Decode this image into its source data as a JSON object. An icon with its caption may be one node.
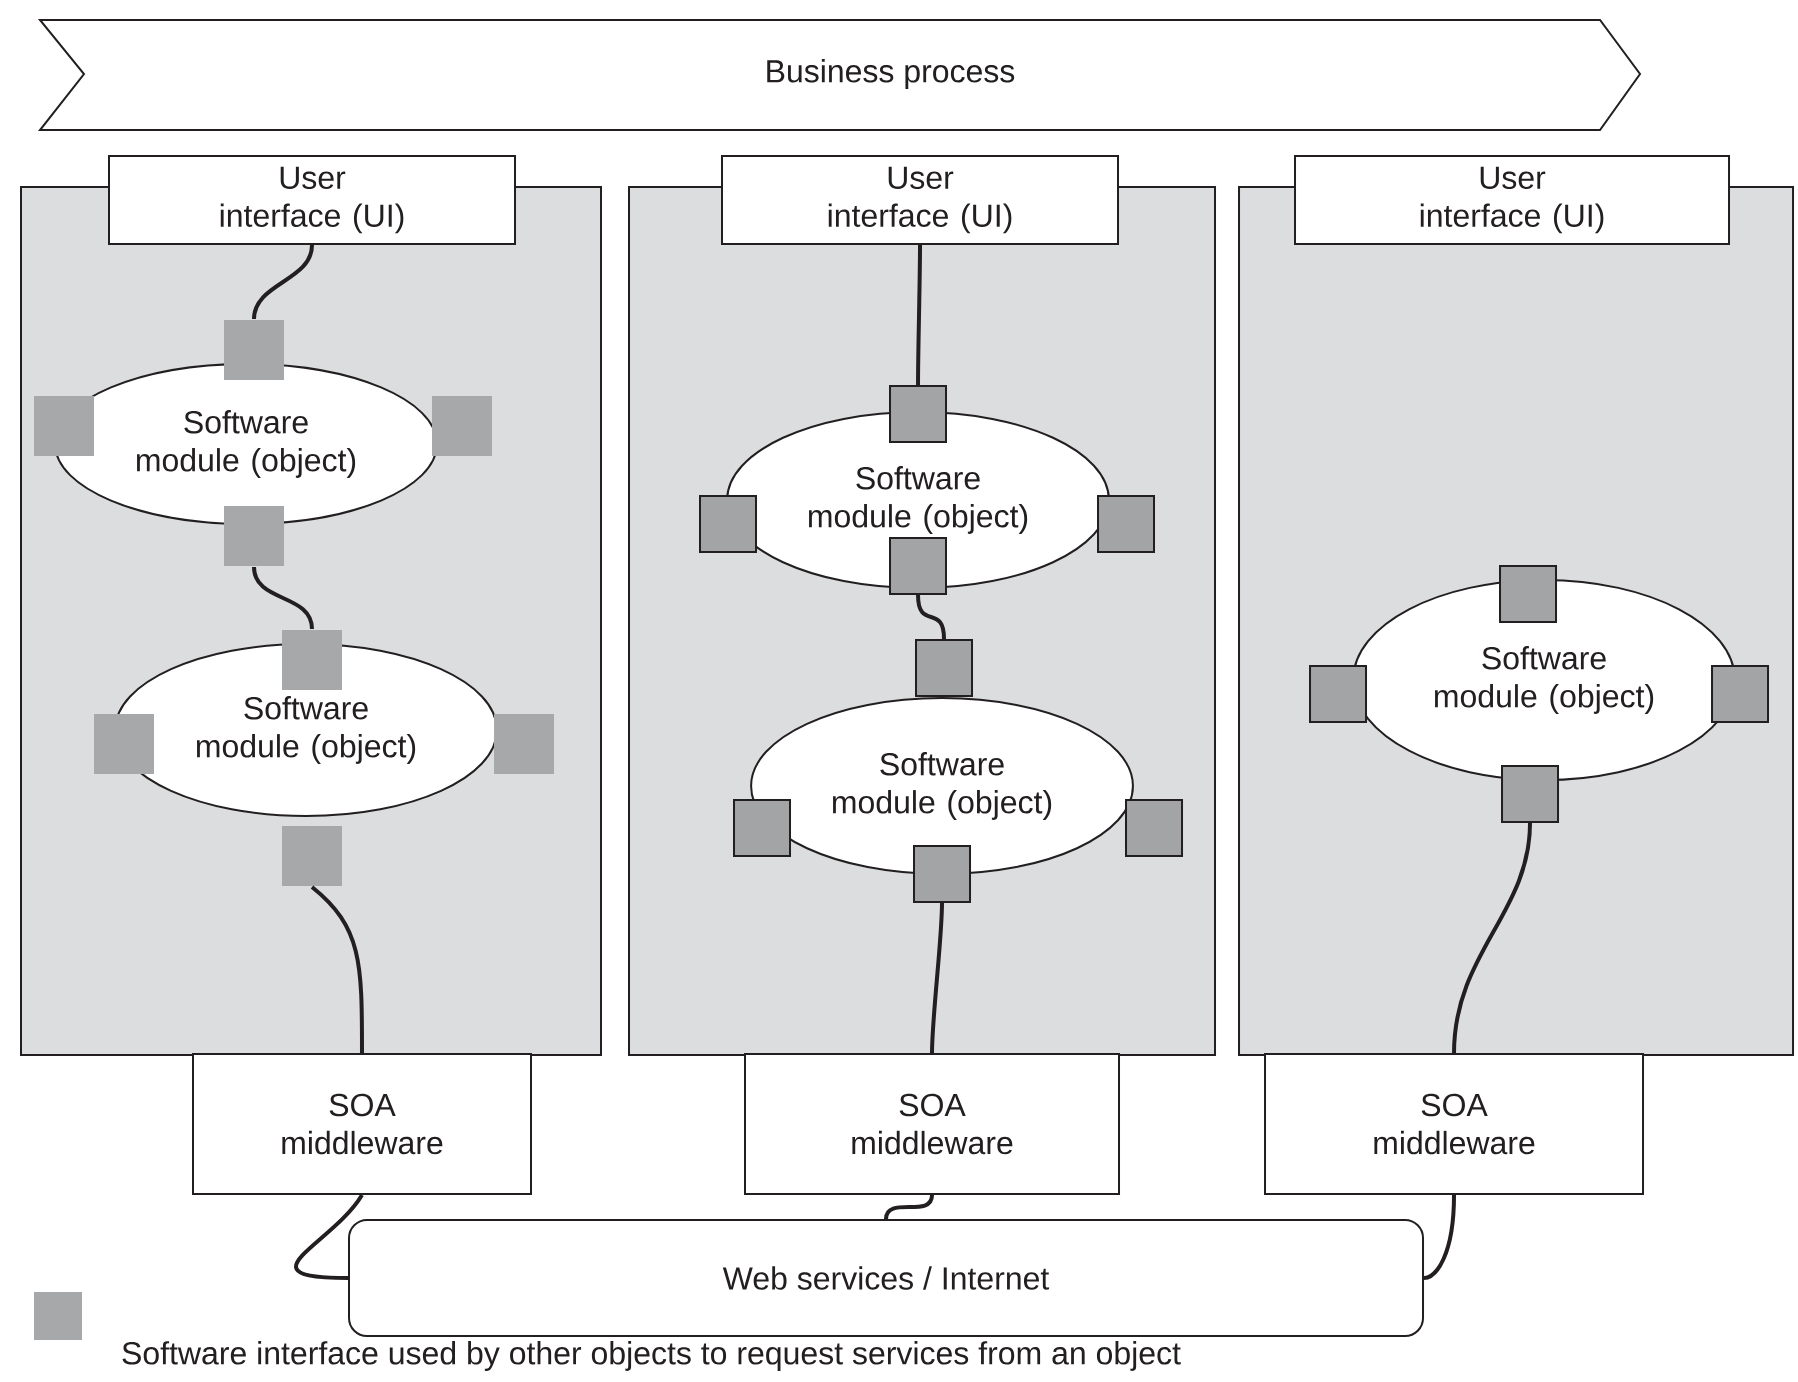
{
  "diagram": {
    "nodes": [
      {
        "text": [
          "Business process"
        ]
      },
      {
        "text": [],
        "shape": "box"
      },
      {
        "text": [
          "User interface (UI)"
        ]
      },
      {
        "text": [
          "Software module (object)"
        ],
        "in": 1
      },
      {
        "text": [],
        "shape": "box",
        "in": 1
      },
      {
        "text": [],
        "shape": "box",
        "in": 1
      },
      {
        "text": [],
        "shape": "box",
        "in": 1
      },
      {
        "text": [],
        "shape": "box",
        "in": 1
      },
      {
        "text": [
          "Software module (object)"
        ],
        "in": 1
      },
      {
        "text": [],
        "shape": "box",
        "in": 1
      },
      {
        "text": [],
        "shape": "box",
        "in": 1
      },
      {
        "text": [],
        "shape": "box",
        "in": 1
      },
      {
        "text": [],
        "shape": "box",
        "in": 1
      },
      {
        "text": [
          "SOA middleware"
        ]
      },
      {
        "text": [],
        "shape": "box"
      },
      {
        "text": [
          "User interface (UI)"
        ]
      },
      {
        "text": [
          "Software module (object)"
        ],
        "in": 14
      },
      {
        "text": [],
        "shape": "box",
        "in": 14
      },
      {
        "text": [],
        "shape": "box",
        "in": 14
      },
      {
        "text": [],
        "shape": "box",
        "in": 14
      },
      {
        "text": [],
        "shape": "box",
        "in": 14
      },
      {
        "text": [
          "Software module (object)"
        ],
        "in": 14
      },
      {
        "text": [],
        "shape": "box",
        "in": 14
      },
      {
        "text": [],
        "shape": "box",
        "in": 14
      },
      {
        "text": [],
        "shape": "box",
        "in": 14
      },
      {
        "text": [],
        "shape": "box",
        "in": 14
      },
      {
        "text": [
          "SOA middleware"
        ]
      },
      {
        "text": [],
        "shape": "box"
      },
      {
        "text": [
          "User interface (UI)"
        ]
      },
      {
        "text": [
          "Software module (object)"
        ],
        "in": 27
      },
      {
        "text": [],
        "shape": "box",
        "in": 27
      },
      {
        "text": [],
        "shape": "box",
        "in": 27
      },
      {
        "text": [],
        "shape": "box",
        "in": 27
      },
      {
        "text": [],
        "shape": "box",
        "in": 27
      },
      {
        "text": [
          "SOA middleware"
        ]
      },
      {
        "text": [
          "Web services / Internet"
        ]
      }
    ],
    "edges": [
      {
        "from": 2,
        "to": 4,
        "arrow": "none"
      },
      {
        "from": 7,
        "to": 9,
        "arrow": "none"
      },
      {
        "from": 12,
        "to": 13,
        "arrow": "none"
      },
      {
        "from": 15,
        "to": 17,
        "arrow": "none"
      },
      {
        "from": 20,
        "to": 22,
        "arrow": "none"
      },
      {
        "from": 25,
        "to": 26,
        "arrow": "none"
      },
      {
        "from": 33,
        "to": 34,
        "arrow": "none"
      },
      {
        "from": 13,
        "to": 35,
        "arrow": "none"
      },
      {
        "from": 26,
        "to": 35,
        "arrow": "none"
      },
      {
        "from": 34,
        "to": 35,
        "arrow": "none"
      }
    ],
    "legend": [
      {
        "text": "Software interface used by other objects to request services from an object",
        "color": "#a7a8aa"
      }
    ]
  }
}
